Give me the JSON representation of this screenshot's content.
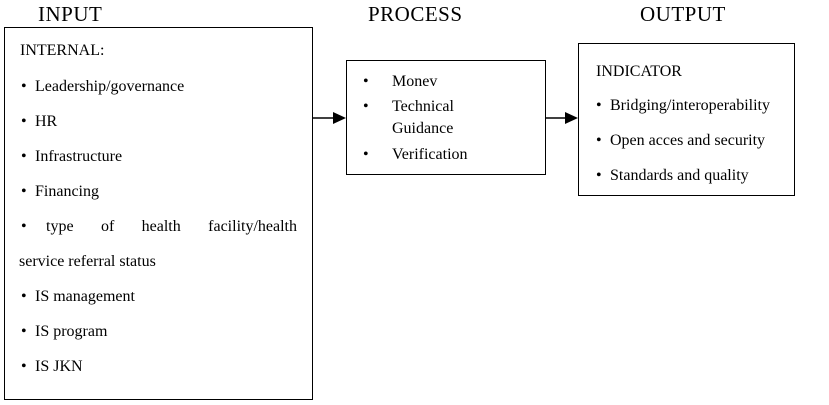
{
  "headings": {
    "input": "INPUT",
    "process": "PROCESS",
    "output": "OUTPUT"
  },
  "input_box": {
    "title": "INTERNAL:",
    "bullet": "•",
    "items": [
      "Leadership/governance",
      "HR",
      "Infrastructure",
      "Financing",
      "type of health facility/health service referral status",
      "IS management",
      "IS program",
      "IS JKN"
    ],
    "wrapped_item_line1": [
      "type",
      "of",
      "health",
      "facility/health"
    ],
    "wrapped_item_line2": "service referral status"
  },
  "process_box": {
    "bullet": "•",
    "items": [
      "Monev",
      "Technical Guidance",
      "Verification"
    ],
    "technical_line1": "Technical",
    "technical_line2": "Guidance"
  },
  "output_box": {
    "title": "INDICATOR",
    "bullet": "•",
    "items": [
      "Bridging/interoperability",
      "Open acces and security",
      "Standards and quality"
    ]
  }
}
